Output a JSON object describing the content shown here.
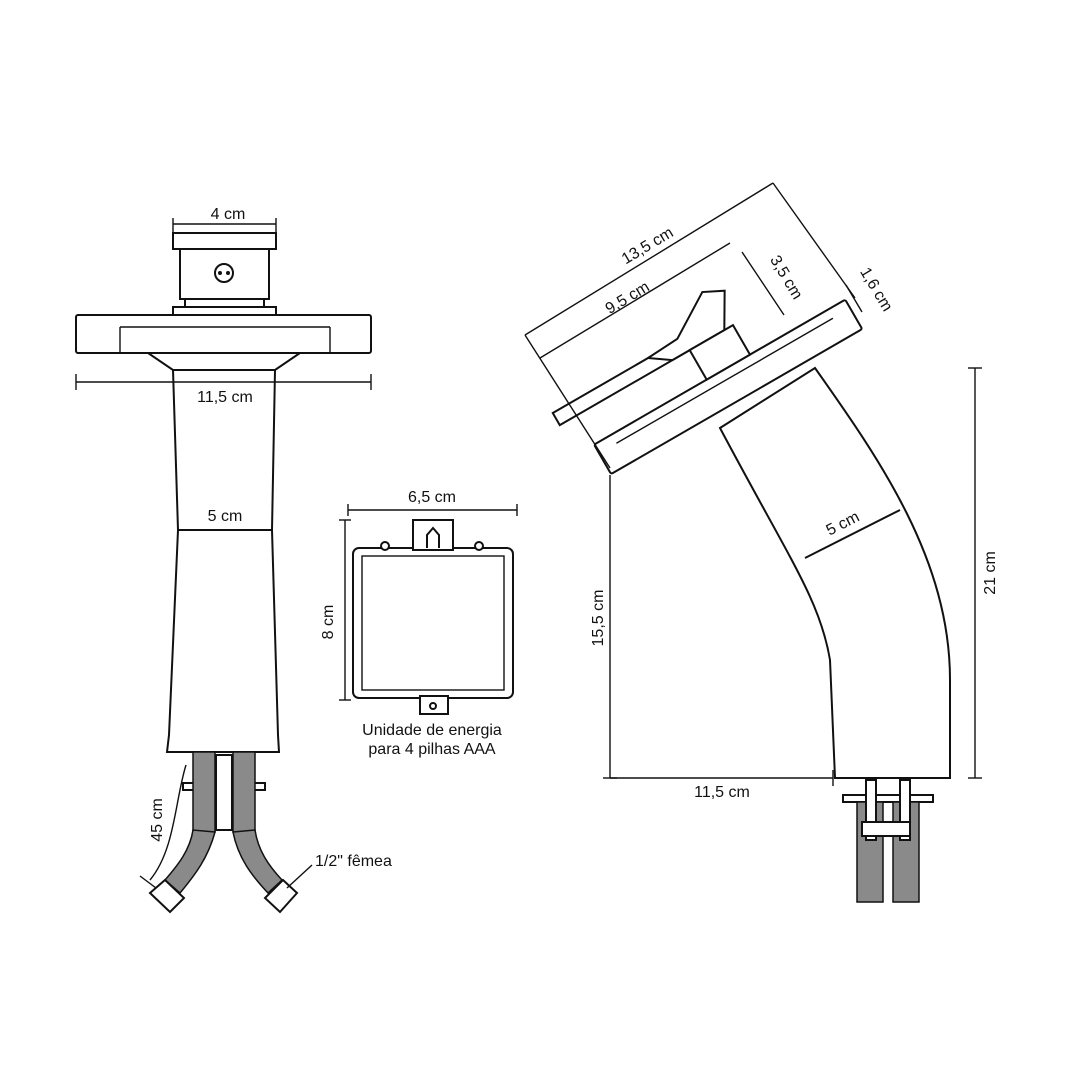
{
  "front_view": {
    "top_width": "4 cm",
    "base_width": "11,5 cm",
    "body_width": "5 cm",
    "hose_length": "45 cm",
    "connector": "1/2\" fêmea"
  },
  "power_unit": {
    "width": "6,5 cm",
    "height": "8 cm",
    "caption_line1": "Unidade de energia",
    "caption_line2": "para 4 pilhas AAA"
  },
  "side_view": {
    "top_length": "13,5 cm",
    "handle_length": "9,5 cm",
    "handle_height": "3,5 cm",
    "plate_thickness": "1,6 cm",
    "body_width": "5 cm",
    "total_height": "21 cm",
    "spout_height": "15,5 cm",
    "reach": "11,5 cm"
  },
  "colors": {
    "line": "#111111",
    "hose": "#8a8a8a"
  }
}
